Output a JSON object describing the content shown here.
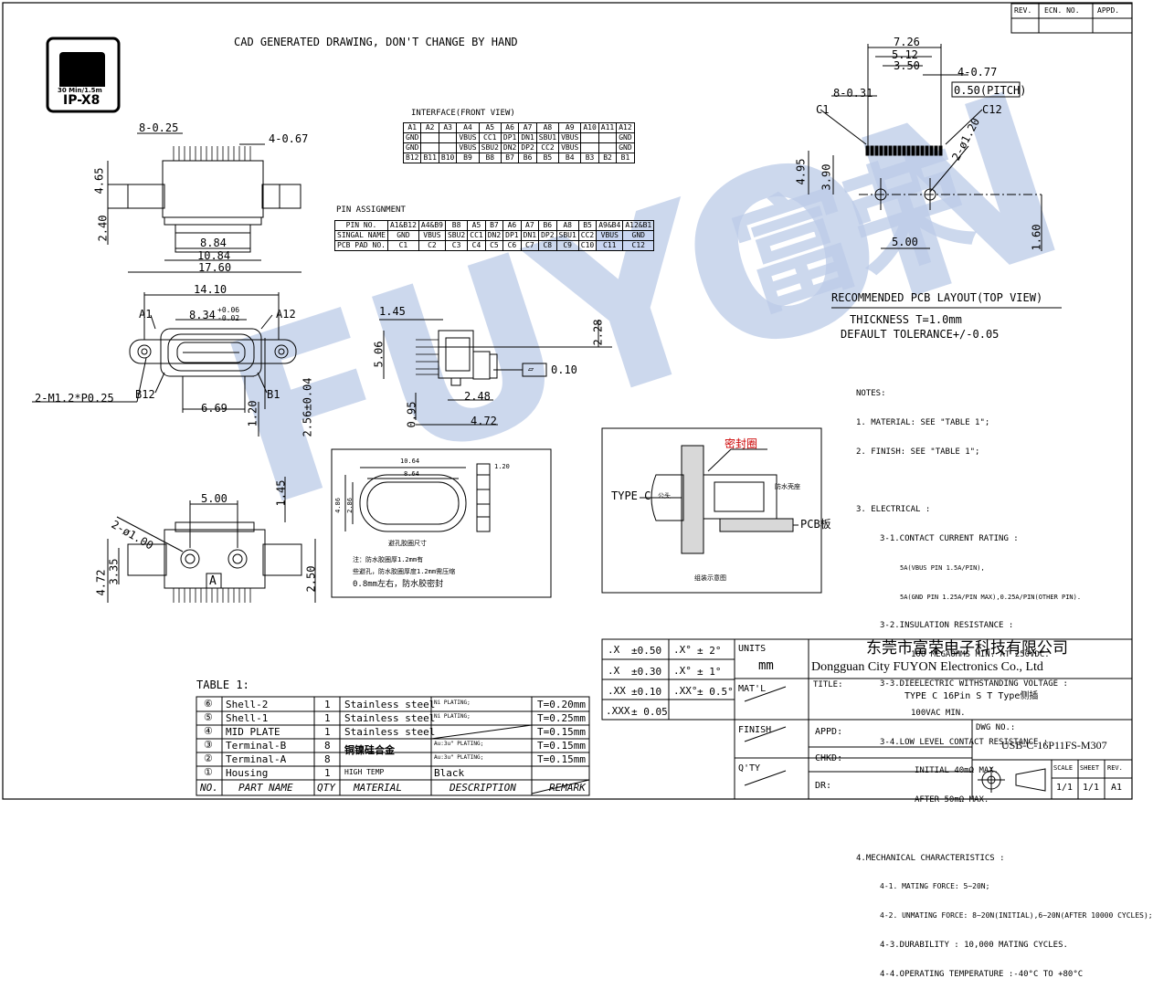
{
  "logo": {
    "line1": "30 Min/1.5m",
    "line2": "IP-X8"
  },
  "header": {
    "cad_note": "CAD GENERATED DRAWING, DON'T CHANGE BY HAND"
  },
  "revision": {
    "rev": "REV.",
    "ecn": "ECN. NO.",
    "appd": "APPD."
  },
  "interface": {
    "title": "INTERFACE(FRONT VIEW)",
    "rows": [
      [
        "A1",
        "A2",
        "A3",
        "A4",
        "A5",
        "A6",
        "A7",
        "A8",
        "A9",
        "A10",
        "A11",
        "A12"
      ],
      [
        "GND",
        "",
        "",
        "VBUS",
        "CC1",
        "DP1",
        "DN1",
        "SBU1",
        "VBUS",
        "",
        "",
        "GND"
      ],
      [
        "GND",
        "",
        "",
        "VBUS",
        "SBU2",
        "DN2",
        "DP2",
        "CC2",
        "VBUS",
        "",
        "",
        "GND"
      ],
      [
        "B12",
        "B11",
        "B10",
        "B9",
        "B8",
        "B7",
        "B6",
        "B5",
        "B4",
        "B3",
        "B2",
        "B1"
      ]
    ]
  },
  "pin_assignment": {
    "title": "PIN ASSIGNMENT",
    "rows": [
      [
        "PIN NO.",
        "A1&B12",
        "A4&B9",
        "B8",
        "A5",
        "B7",
        "A6",
        "A7",
        "B6",
        "A8",
        "B5",
        "A9&B4",
        "A12&B1"
      ],
      [
        "SINGAL NAME",
        "GND",
        "VBUS",
        "SBU2",
        "CC1",
        "DN2",
        "DP1",
        "DN1",
        "DP2",
        "SBU1",
        "CC2",
        "VBUS",
        "GND"
      ],
      [
        "PCB PAD NO.",
        "C1",
        "C2",
        "C3",
        "C4",
        "C5",
        "C6",
        "C7",
        "C8",
        "C9",
        "C10",
        "C11",
        "C12"
      ]
    ]
  },
  "top_view": {
    "d1": "8-0.25",
    "d2": "4-0.67",
    "d3": "4.65",
    "d4": "2.40",
    "d5": "8.84",
    "d6": "10.84",
    "d7": "17.60"
  },
  "front_view": {
    "d1": "14.10",
    "d2": "8.34",
    "d2_tol_up": "+0.06",
    "d2_tol_dn": "-0.02",
    "a1": "A1",
    "a12": "A12",
    "b12": "B12",
    "b1": "B1",
    "thread": "2-M1.2*P0.25",
    "d3": "6.69",
    "d4": "1.20",
    "d5": "2.56±0.04"
  },
  "side_view": {
    "d1": "1.45",
    "d2": "5.06",
    "d3": "2.28",
    "d4": "0.10",
    "d5": "2.48",
    "d6": "0.95",
    "d7": "4.72"
  },
  "bottom_view": {
    "d1": "5.00",
    "d2": "1.45",
    "d3": "2-ø1.00",
    "d4": "3.35",
    "d5": "4.72",
    "d6": "2.50",
    "mark": "A"
  },
  "gasket": {
    "d1": "10.64",
    "d2": "8.64",
    "d3": "1.20",
    "d4": "4.86",
    "d5": "2.86",
    "caption": "避孔胶圈尺寸",
    "note1": "注：防水胶圈厚1.2mm有",
    "note2": "些避孔，防水胶圈厚度1.2mm需压缩",
    "note3": "0.8mm左右，防水胶密封"
  },
  "assembly": {
    "seal_label": "密封圈",
    "type_c": "TYPE C",
    "side_label": "公头",
    "pcb": "PCB板",
    "shell_label": "防水壳座",
    "caption": "组装示意图"
  },
  "pcb_layout": {
    "d1": "7.26",
    "d2": "5.12",
    "d3": "3.50",
    "d4": "4-0.77",
    "d5": "8-0.31",
    "pitch": "0.50(PITCH)",
    "c1": "C1",
    "c12": "C12",
    "hole": "2-ø1.20",
    "d6": "4.95",
    "d7": "3.90",
    "d8": "5.00",
    "d9": "1.60",
    "title": "RECOMMENDED PCB LAYOUT(TOP VIEW)",
    "thickness": "THICKNESS T=1.0mm",
    "tolerance": "DEFAULT TOLERANCE+/-0.05"
  },
  "notes": {
    "lines": [
      "NOTES:",
      "1. MATERIAL: SEE \"TABLE 1\";",
      "2. FINISH: SEE \"TABLE 1\";",
      "",
      "3. ELECTRICAL :",
      "3-1.CONTACT CURRENT RATING :",
      "5A(VBUS PIN 1.5A/PIN),",
      "5A(GND PIN 1.25A/PIN MAX),0.25A/PIN(OTHER PIN).",
      "3-2.INSULATION RESISTANCE :",
      "100 MEGAOHMS MIN. AT 250VDC.",
      "3-3.DIEELECTRIC WITHSTANDING VOLTAGE :",
      "100VAC MIN.",
      "3-4.LOW LEVEL CONTACT RESISTANCE :",
      "INITIAL 40mΩ MAX.",
      "AFTER 50mΩ MAX.",
      "",
      "4.MECHANICAL CHARACTERISTICS :",
      "4-1. MATING FORCE: 5~20N;",
      "4-2. UNMATING FORCE: 8~20N(INITIAL),6~20N(AFTER 10000 CYCLES);",
      "4-3.DURABILITY : 10,000 MATING CYCLES.",
      "4-4.OPERATING TEMPERATURE :-40°C TO +80°C"
    ]
  },
  "table1": {
    "title": "TABLE 1:",
    "rows": [
      [
        "⑥",
        "Shell-2",
        "1",
        "Stainless steel",
        "Ni PLATING;",
        "T=0.20mm"
      ],
      [
        "⑤",
        "Shell-1",
        "1",
        "Stainless steel",
        "Ni PLATING;",
        "T=0.25mm"
      ],
      [
        "④",
        "MID PLATE",
        "1",
        "Stainless steel",
        "",
        "T=0.15mm"
      ],
      [
        "③",
        "Terminal-B",
        "8",
        "铜镍硅合金",
        "Au:3u\" PLATING;",
        "T=0.15mm"
      ],
      [
        "②",
        "Terminal-A",
        "8",
        "",
        "Au:3u\" PLATING;",
        "T=0.15mm"
      ],
      [
        "①",
        "Housing",
        "1",
        "HIGH TEMP",
        "Black",
        ""
      ]
    ],
    "header": [
      "NO.",
      "PART NAME",
      "QTY",
      "MATERIAL",
      "DESCRIPTION",
      "REMARK"
    ]
  },
  "tolerance": {
    "rows": [
      [
        ".X",
        "±0.50",
        ".X°",
        "± 2°"
      ],
      [
        ".X",
        "±0.30",
        ".X°",
        "± 1°"
      ],
      [
        ".XX",
        "±0.10",
        ".XX°",
        "± 0.5°"
      ],
      [
        ".XXX",
        "± 0.05",
        "",
        ""
      ]
    ]
  },
  "title_block": {
    "units_label": "UNITS",
    "units": "mm",
    "matl": "MAT'L",
    "finish": "FINISH",
    "qty": "Q'TY",
    "company_cn": "东莞市富荣电子科技有限公司",
    "company_en": "Dongguan City FUYON Electronics Co., Ltd",
    "title_label": "TITLE:",
    "title": "TYPE C 16Pin S T Type侧插",
    "appd": "APPD:",
    "chkd": "CHKD:",
    "dr": "DR:",
    "dwg_label": "DWG NO.:",
    "dwg_no": "USB-C-16P11FS-M307",
    "scale_label": "SCALE",
    "sheet_label": "SHEET",
    "rev_label": "REV.",
    "scale": "1/1",
    "sheet": "1/1",
    "rev": "A1"
  },
  "watermark": {
    "text": "FUYON",
    "cn": "富荣"
  }
}
